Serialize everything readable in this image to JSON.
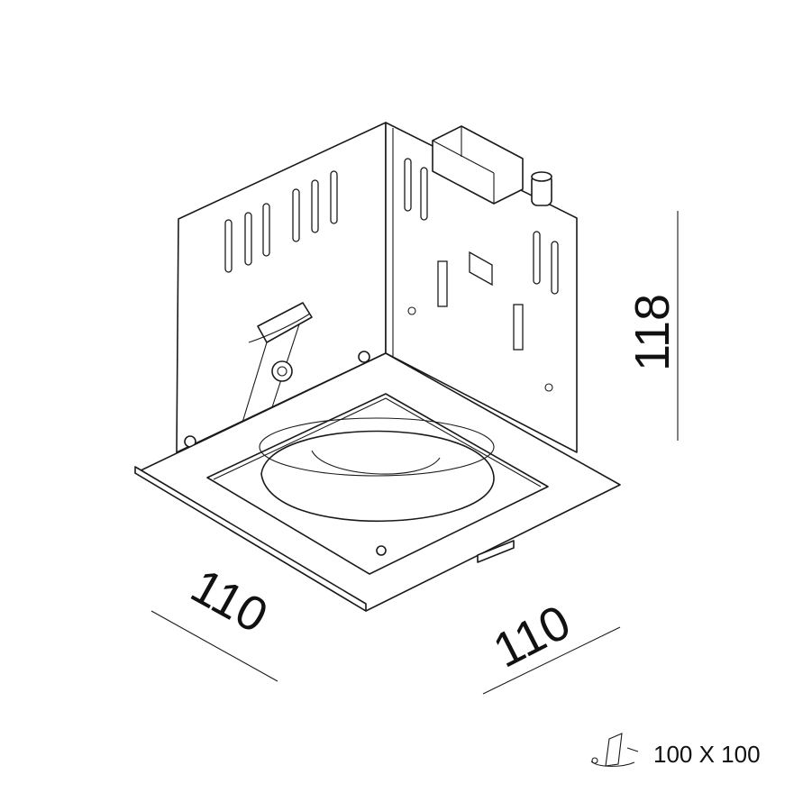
{
  "dimensions": {
    "width_left": "110",
    "width_right": "110",
    "height": "118"
  },
  "cutout": {
    "label": "100 X 100",
    "icon": "ceiling-cutout-icon"
  },
  "colors": {
    "line": "#1a1a1a",
    "background": "#ffffff"
  }
}
